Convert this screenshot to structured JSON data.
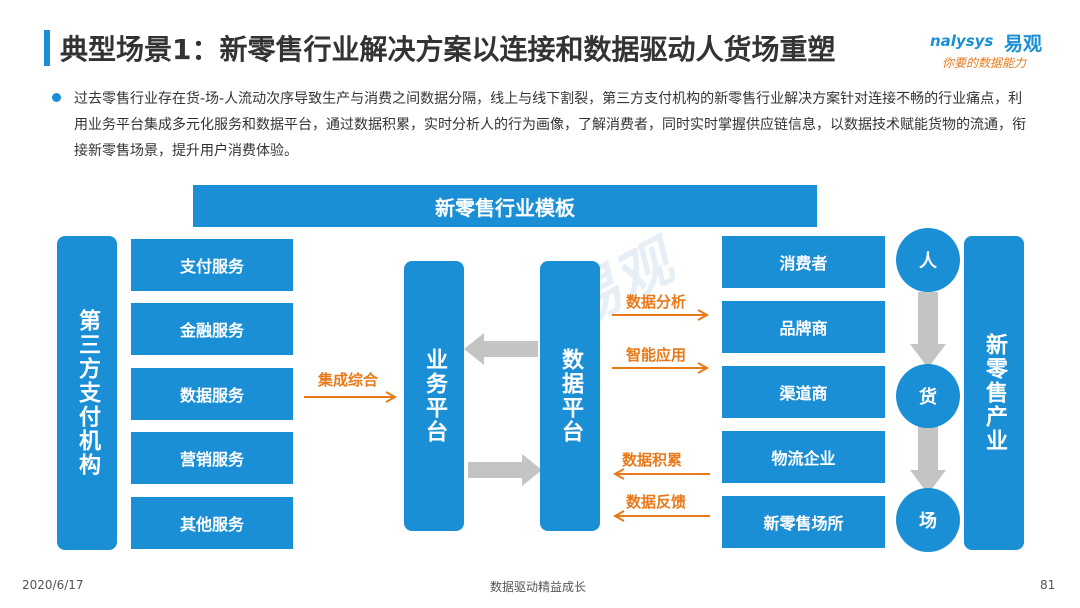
{
  "header": {
    "title": "典型场景1：新零售行业解决方案以连接和数据驱动人货场重塑",
    "logo_en": "nalysys",
    "logo_cn": "易观",
    "slogan": "你要的数据能力"
  },
  "bullet": "过去零售行业存在货-场-人流动次序导致生产与消费之间数据分隔，线上与线下割裂，第三方支付机构的新零售行业解决方案针对连接不畅的行业痛点，利用业务平台集成多元化服务和数据平台，通过数据积累，实时分析人的行为画像，了解消费者，同时实时掌握供应链信息，以数据技术赋能货物的流通，衔接新零售场景，提升用户消费体验。",
  "diagram": {
    "banner": "新零售行业模板",
    "left_bar": "第三方支付机构",
    "services": [
      "支付服务",
      "金融服务",
      "数据服务",
      "营销服务",
      "其他服务"
    ],
    "integrate_label": "集成综合",
    "business_platform": "业务平台",
    "data_platform": "数据平台",
    "flow_labels": [
      "数据分析",
      "智能应用",
      "数据积累",
      "数据反馈"
    ],
    "retail_items": [
      "消费者",
      "品牌商",
      "渠道商",
      "物流企业",
      "新零售场所"
    ],
    "cycle": [
      "人",
      "货",
      "场"
    ],
    "right_bar": "新零售产业",
    "watermark": "易观"
  },
  "footer": {
    "date": "2020/6/17",
    "center": "数据驱动精益成长",
    "page": "81"
  },
  "colors": {
    "primary": "#1a8fd6",
    "accent": "#e87a1a",
    "arrow_gray": "#c4c4c4"
  }
}
